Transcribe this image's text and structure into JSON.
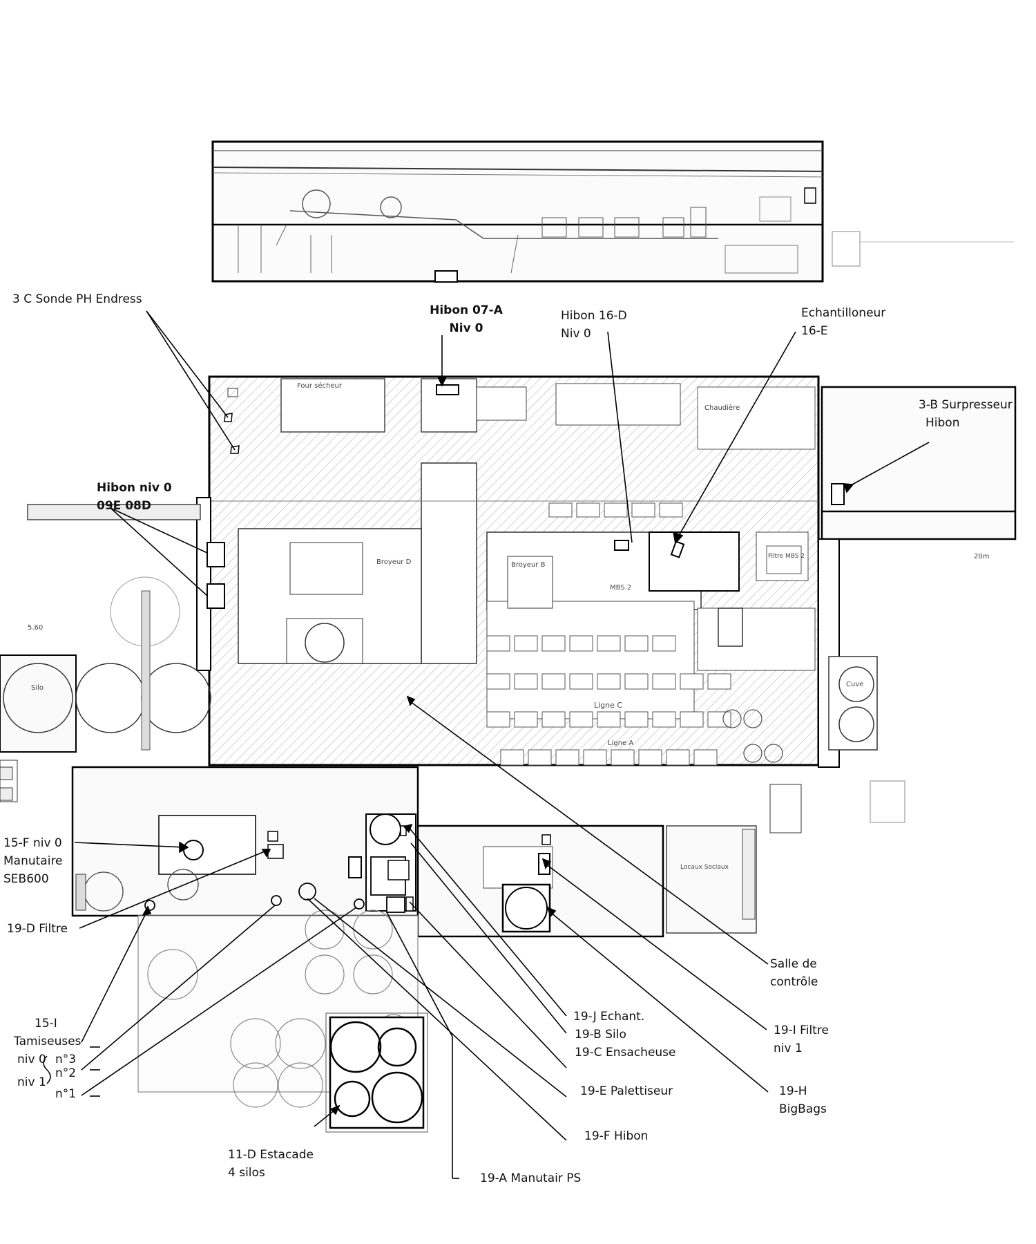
{
  "labels": {
    "sonde_ph": "3 C Sonde PH Endress",
    "hibon_07a_l1": "Hibon 07-A",
    "hibon_07a_l2": "Niv 0",
    "hibon_16d_l1": "Hibon 16-D",
    "hibon_16d_l2": "Niv 0",
    "echant_16e_l1": "Echantilloneur",
    "echant_16e_l2": "16-E",
    "surpresseur_l1": "3-B Surpresseur",
    "surpresseur_l2": "Hibon",
    "hibon_niv0_l1": "Hibon niv 0",
    "hibon_niv0_l2": "09E 08D",
    "f15_l1": "15-F niv 0",
    "f15_l2": "Manutaire",
    "f15_l3": "SEB600",
    "d19_filtre": "19-D Filtre",
    "i15_l1": "15-I",
    "i15_l2": "Tamiseuses",
    "i15_niv0": "niv 0",
    "i15_n3": "n°3",
    "i15_niv1": "niv 1",
    "i15_n2": "n°2",
    "i15_n1": "n°1",
    "salle_l1": "Salle de",
    "salle_l2": "contrôle",
    "j19": "19-J Echant.",
    "b19": "19-B Silo",
    "c19": "19-C Ensacheuse",
    "i19_l1": "19-I Filtre",
    "i19_l2": "niv 1",
    "e19": "19-E Palettiseur",
    "h19_l1": "19-H",
    "h19_l2": "BigBags",
    "f19": "19-F Hibon",
    "a19": "19-A Manutair PS",
    "d11_l1": "11-D Estacade",
    "d11_l2": "4 silos"
  },
  "plan_labels": {
    "four_secheur": "Four sécheur",
    "broyeur_d": "Broyeur D",
    "broyeur_b": "Broyeur B",
    "chaudiere": "Chaudière",
    "ligne_c": "Ligne C",
    "ligne_a": "Ligne A",
    "mbs2": "MBS 2",
    "filtre_mbs2": "Filtre MBS 2",
    "silo": "Silo",
    "cuve": "Cuve",
    "local_sociaux": "Locaux Sociaux",
    "dim_560": "5.60",
    "dim_2000": "20m"
  }
}
